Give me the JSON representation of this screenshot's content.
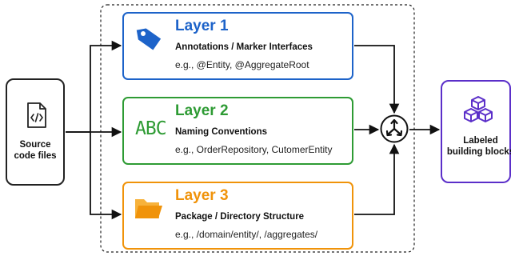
{
  "source": {
    "label_line1": "Source",
    "label_line2": "code files",
    "icon": "code-file-icon"
  },
  "layers": [
    {
      "title": "Layer 1",
      "subtitle": "Annotations / Marker Interfaces",
      "example": "e.g., @Entity, @AggregateRoot",
      "color": "#1d63c9",
      "icon": "tag-icon"
    },
    {
      "title": "Layer 2",
      "subtitle": "Naming Conventions",
      "example": "e.g., OrderRepository, CutomerEntity",
      "color": "#2e9b34",
      "icon_text": "ABC"
    },
    {
      "title": "Layer 3",
      "subtitle": "Package / Directory Structure",
      "example": "e.g., /domain/entity/, /aggregates/",
      "color": "#f0930a",
      "icon": "folder-icon"
    }
  ],
  "merge": {
    "icon": "merge-icon"
  },
  "output": {
    "label_line1": "Labeled",
    "label_line2": "building blocks",
    "color": "#5b2fc9",
    "icon": "cubes-icon"
  }
}
